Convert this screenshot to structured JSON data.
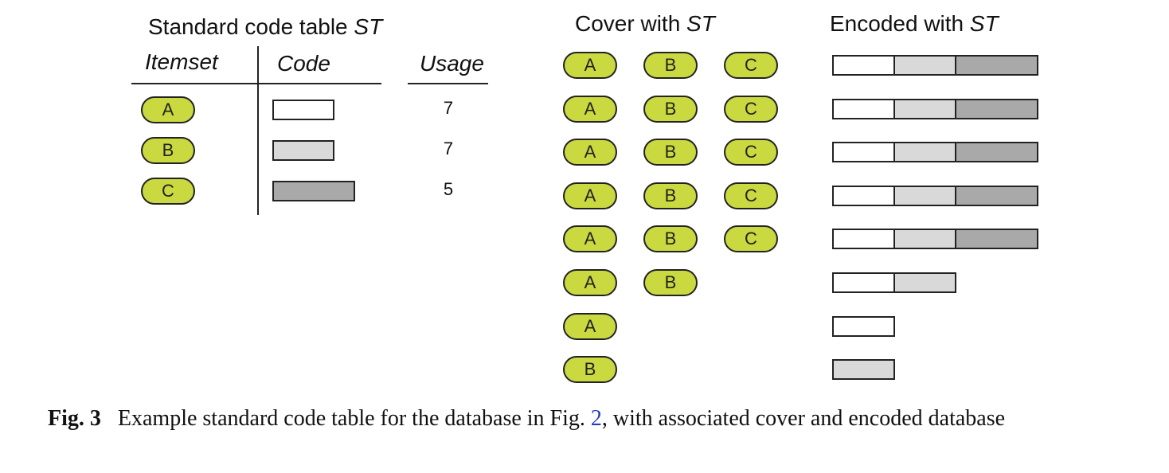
{
  "code_table": {
    "title_prefix": "Standard code table ",
    "title_symbol": "ST",
    "headers": {
      "itemset": "Itemset",
      "code": "Code",
      "usage": "Usage"
    },
    "rows": [
      {
        "item": "A",
        "code_shade": "white",
        "usage": "7"
      },
      {
        "item": "B",
        "code_shade": "light",
        "usage": "7"
      },
      {
        "item": "C",
        "code_shade": "dark",
        "usage": "5"
      }
    ]
  },
  "cover": {
    "title_prefix": "Cover with ",
    "title_symbol": "ST",
    "rows": [
      [
        "A",
        "B",
        "C"
      ],
      [
        "A",
        "B",
        "C"
      ],
      [
        "A",
        "B",
        "C"
      ],
      [
        "A",
        "B",
        "C"
      ],
      [
        "A",
        "B",
        "C"
      ],
      [
        "A",
        "B"
      ],
      [
        "A"
      ],
      [
        "B"
      ]
    ]
  },
  "encoded": {
    "title_prefix": "Encoded with ",
    "title_symbol": "ST",
    "rows": [
      [
        "white",
        "light",
        "dark"
      ],
      [
        "white",
        "light",
        "dark"
      ],
      [
        "white",
        "light",
        "dark"
      ],
      [
        "white",
        "light",
        "dark"
      ],
      [
        "white",
        "light",
        "dark"
      ],
      [
        "white",
        "light"
      ],
      [
        "white"
      ],
      [
        "light"
      ]
    ]
  },
  "colors": {
    "item_fill": "#c9d93f",
    "outline": "#222222",
    "code_white": "#ffffff",
    "code_light": "#d9d9d9",
    "code_dark": "#a9a9a9",
    "reference_link": "#1f3fbf"
  },
  "caption": {
    "label": "Fig. 3",
    "text_before_ref": "Example standard code table for the database in Fig. ",
    "ref": "2",
    "text_after_ref": ", with associated cover and encoded database"
  }
}
